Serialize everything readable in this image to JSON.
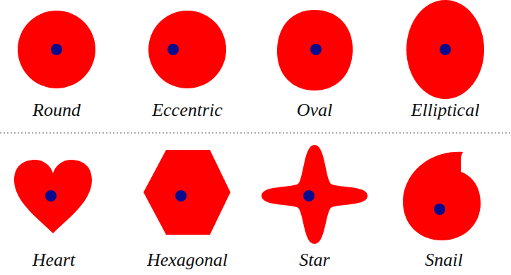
{
  "diagram": {
    "labels": [
      "Round",
      "Eccentric",
      "Oval",
      "Elliptical",
      "Heart",
      "Hexagonal",
      "Star",
      "Snail"
    ]
  }
}
